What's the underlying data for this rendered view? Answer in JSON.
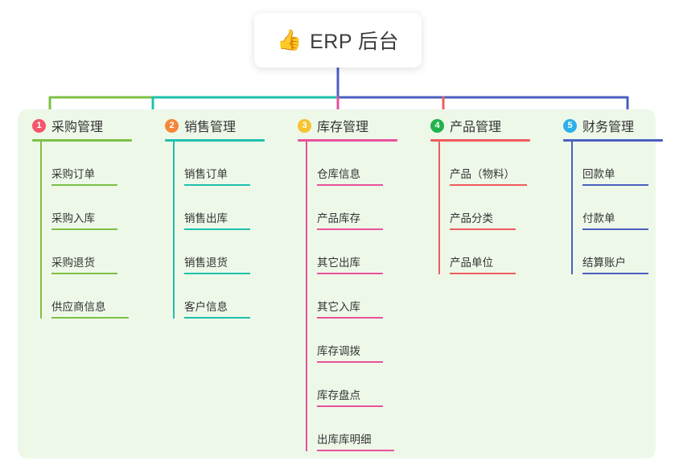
{
  "root": {
    "icon": "thumbs-up-icon",
    "icon_glyph": "👍",
    "title": "ERP 后台"
  },
  "palette": {
    "canvas_background": "#ffffff",
    "panel_background": "#eef8e9",
    "text": "#333333"
  },
  "columns": [
    {
      "number": "1",
      "title": "采购管理",
      "line_color": "#7cc144",
      "badge_color": "#f4566b",
      "items": [
        {
          "label": "采购订单"
        },
        {
          "label": "采购入库"
        },
        {
          "label": "采购退货"
        },
        {
          "label": "供应商信息"
        }
      ]
    },
    {
      "number": "2",
      "title": "销售管理",
      "line_color": "#1fc0ae",
      "badge_color": "#f5873a",
      "items": [
        {
          "label": "销售订单"
        },
        {
          "label": "销售出库"
        },
        {
          "label": "销售退货"
        },
        {
          "label": "客户信息"
        }
      ]
    },
    {
      "number": "3",
      "title": "库存管理",
      "line_color": "#e8519c",
      "badge_color": "#f5c431",
      "items": [
        {
          "label": "仓库信息"
        },
        {
          "label": "产品库存"
        },
        {
          "label": "其它出库"
        },
        {
          "label": "其它入库"
        },
        {
          "label": "库存调拨"
        },
        {
          "label": "库存盘点"
        },
        {
          "label": "出库库明细"
        }
      ]
    },
    {
      "number": "4",
      "title": "产品管理",
      "line_color": "#ef5c5c",
      "badge_color": "#22b24c",
      "items": [
        {
          "label": "产品（物料）"
        },
        {
          "label": "产品分类"
        },
        {
          "label": "产品单位"
        }
      ]
    },
    {
      "number": "5",
      "title": "财务管理",
      "line_color": "#4a5fc1",
      "badge_color": "#2bb0e8",
      "items": [
        {
          "label": "回款单"
        },
        {
          "label": "付款单"
        },
        {
          "label": "结算账户"
        }
      ]
    }
  ]
}
